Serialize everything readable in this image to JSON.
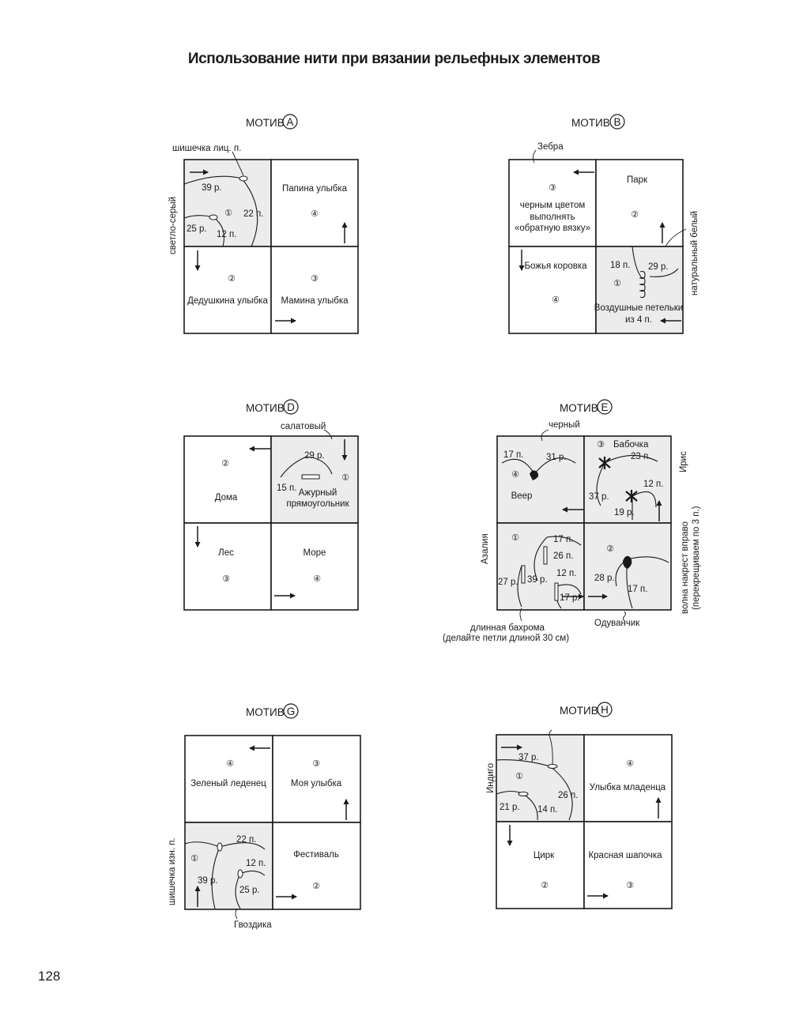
{
  "title": "Использование нити при вязании рельефных элементов",
  "page_number": "128",
  "motifs": {
    "A": {
      "label": "МОТИВ",
      "letter": "A",
      "cells": {
        "c1": {
          "num": "①",
          "name": ""
        },
        "c2": {
          "num": "②",
          "name": "Дедушкина улыбка"
        },
        "c3": {
          "num": "③",
          "name": "Мамина улыбка"
        },
        "c4": {
          "num": "④",
          "name": "Папина улыбка"
        }
      },
      "notes": {
        "bobble": "шишечка лиц. п.",
        "color": "светло-серый",
        "r39": "39 р.",
        "p22": "22 п.",
        "r25": "25 р.",
        "p12": "12 п."
      }
    },
    "B": {
      "label": "МОТИВ",
      "letter": "B",
      "cells": {
        "c1": {
          "num": "①",
          "name": "Воздушные петельки",
          "name2": "из 4 п."
        },
        "c2": {
          "num": "②",
          "name": "Парк"
        },
        "c3": {
          "num": "③",
          "name": "черным цветом",
          "name2": "выполнять",
          "name3": "«обратную вязку»"
        },
        "c4": {
          "num": "④",
          "name": "Божья коровка"
        }
      },
      "notes": {
        "zebra": "Зебра",
        "color": "натуральный белый",
        "p18": "18 п.",
        "r29": "29 р."
      }
    },
    "D": {
      "label": "МОТИВ",
      "letter": "D",
      "cells": {
        "c1": {
          "num": "①",
          "name": "Ажурный",
          "name2": "прямоугольник"
        },
        "c2": {
          "num": "②",
          "name": "Дома"
        },
        "c3": {
          "num": "③",
          "name": "Лес"
        },
        "c4": {
          "num": "④",
          "name": "Море"
        }
      },
      "notes": {
        "color": "салатовый",
        "r29": "29 р.",
        "p15": "15 п."
      }
    },
    "E": {
      "label": "МОТИВ",
      "letter": "E",
      "cells": {
        "c1": {
          "num": "①",
          "name": ""
        },
        "c2": {
          "num": "②",
          "name": ""
        },
        "c3": {
          "num": "③",
          "name": "Бабочка"
        },
        "c4": {
          "num": "④",
          "name": "Веер"
        }
      },
      "notes": {
        "black": "черный",
        "iris": "Ирис",
        "azalea": "Азалия",
        "dandelion": "Одуванчик",
        "fringe1": "длинная бахрома",
        "fringe2": "(делайте петли длиной 30 см)",
        "wave1": "волна накрест вправо",
        "wave2": "(перекрещиваем по 3 п.)",
        "p17a": "17 п.",
        "r31": "31 р.",
        "p23": "23 п.",
        "r37": "37 р.",
        "p12a": "12 п.",
        "r19": "19 р.",
        "p17b": "17 п.",
        "p26": "26 п.",
        "p12b": "12 п.",
        "r27": "27 р.",
        "r39": "39 р.",
        "r17": "17 р.",
        "r28": "28 р.",
        "p17c": "17 п."
      }
    },
    "G": {
      "label": "МОТИВ",
      "letter": "G",
      "cells": {
        "c1": {
          "num": "①",
          "name": ""
        },
        "c2": {
          "num": "②",
          "name": "Фестиваль"
        },
        "c3": {
          "num": "③",
          "name": "Моя улыбка"
        },
        "c4": {
          "num": "④",
          "name": "Зеленый леденец"
        }
      },
      "notes": {
        "bobble": "шишечка изн. п.",
        "carnation": "Гвоздика",
        "p22": "22 п.",
        "p12": "12 п.",
        "r39": "39 р.",
        "r25": "25 р."
      }
    },
    "H": {
      "label": "МОТИВ",
      "letter": "H",
      "cells": {
        "c1": {
          "num": "①",
          "name": ""
        },
        "c2": {
          "num": "②",
          "name": "Цирк"
        },
        "c3": {
          "num": "③",
          "name": "Красная шапочка"
        },
        "c4": {
          "num": "④",
          "name": "Улыбка младенца"
        }
      },
      "notes": {
        "indigo": "Индиго",
        "r37": "37 р.",
        "r21": "21 р.",
        "p14": "14 п.",
        "p26": "26 п."
      }
    }
  }
}
